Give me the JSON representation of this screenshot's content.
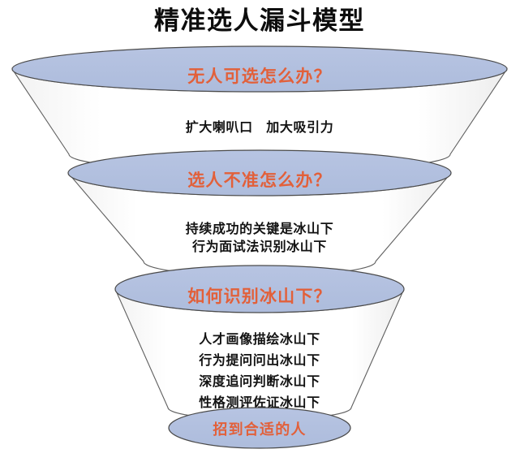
{
  "diagram": {
    "title": "精准选人漏斗模型",
    "type": "funnel",
    "background_color": "#ffffff",
    "colors": {
      "ellipse_fill": "#b3c1e0",
      "cone_fill": "#fdfdfd",
      "outline": "#5a5a5a",
      "heading_text": "#e2603a",
      "body_text": "#121212",
      "title_text": "#0d0d0d"
    },
    "stages": [
      {
        "id": "stage-1",
        "heading": "无人可选怎么办？",
        "body_lines": [
          "扩大喇叭口　加大吸引力"
        ]
      },
      {
        "id": "stage-2",
        "heading": "选人不准怎么办？",
        "body_lines": [
          "持续成功的关键是冰山下",
          "行为面试法识别冰山下"
        ]
      },
      {
        "id": "stage-3",
        "heading": "如何识别冰山下？",
        "body_lines": [
          "人才画像描绘冰山下",
          "行为提问问出冰山下",
          "深度追问判断冰山下",
          "性格测评佐证冰山下"
        ]
      }
    ],
    "outcome": {
      "id": "stage-outcome",
      "label": "招到合适的人"
    }
  }
}
